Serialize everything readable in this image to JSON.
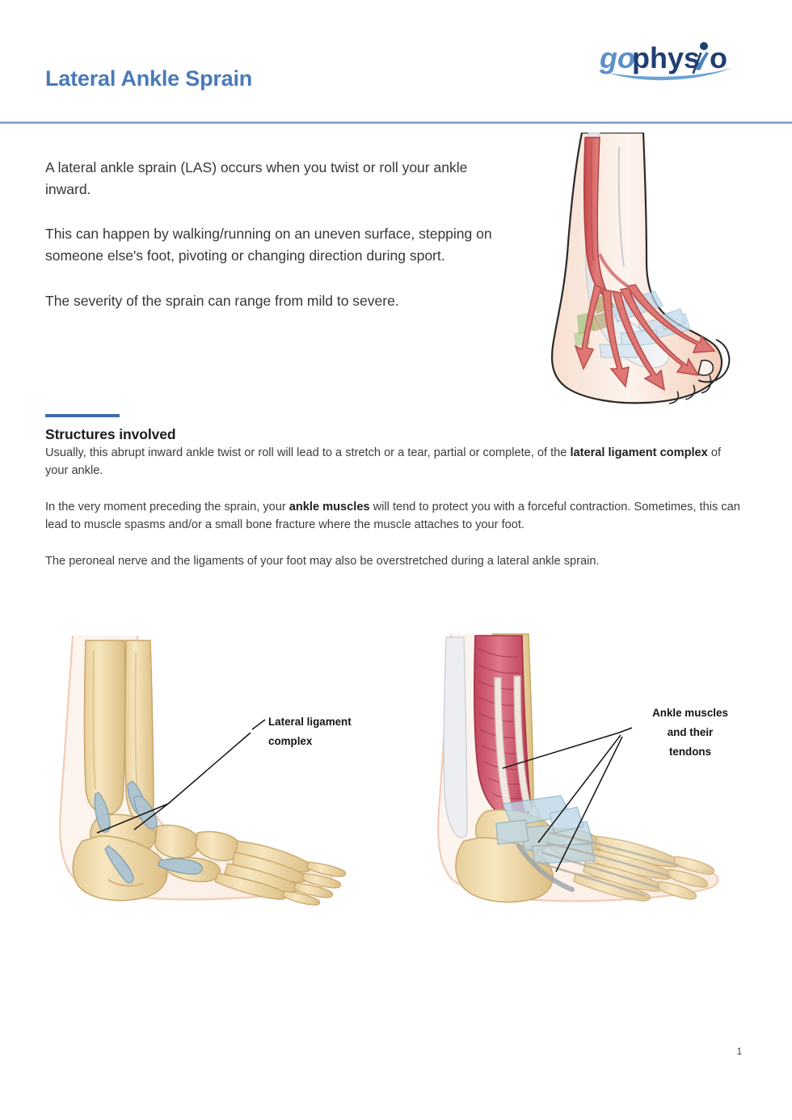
{
  "header": {
    "title": "Lateral Ankle Sprain",
    "logo": {
      "go": "go",
      "phys": "phys",
      "o": "o",
      "full_text": "gophysio",
      "color_go": "#5b8fc9",
      "color_phys": "#1f3f72",
      "color_swoosh": "#6ba4d4"
    },
    "rule_color": "#7e9fcb",
    "title_color": "#4a7ab8"
  },
  "intro": {
    "paragraphs": [
      "A lateral ankle sprain (LAS) occurs when you twist or roll your ankle inward.",
      "This can happen by walking/running on an uneven surface, stepping on someone else's foot, pivoting or changing direction during sport.",
      "The severity of the sprain can range from mild to severe."
    ]
  },
  "hero_figure": {
    "name": "ankle-muscle-pull-illustration",
    "alt": "Lateral view illustration of a foot and lower leg with red muscle and tendon arrows fanning across the foot"
  },
  "structures": {
    "accent_color": "#3f6cae",
    "heading": "Structures involved",
    "paragraph_1_part_1": "Usually, this abrupt inward ankle twist or roll will lead to a stretch or a tear, partial or complete, of the ",
    "paragraph_1_bold": "lateral ligament complex",
    "paragraph_1_part_2": " of your ankle.",
    "paragraph_2_part_1": "In the very moment preceding the sprain, your ",
    "paragraph_2_bold": "ankle muscles",
    "paragraph_2_part_2": " will tend to protect you with a forceful contraction. Sometimes, this can lead to muscle spasms and/or a small bone fracture where the muscle attaches to your foot.",
    "paragraph_3": "The peroneal nerve and the ligaments of your foot may also be overstretched during a lateral ankle sprain."
  },
  "figures": [
    {
      "name": "lateral-ligament-complex-figure",
      "caption_lines": [
        "Lateral ligament",
        "complex"
      ],
      "alt": "Skeletal lateral view of foot and ankle bones with blue-grey ligaments highlighted"
    },
    {
      "name": "ankle-muscles-tendons-figure",
      "caption_lines": [
        "Ankle muscles",
        "and their",
        "tendons"
      ],
      "alt": "Lateral view of foot with red calf muscles and blue tendon sheaths crossing the ankle"
    }
  ],
  "footer": {
    "page_number": "1"
  },
  "palette": {
    "bone": "#f0d9a8",
    "bone_shade": "#dcbf85",
    "skin": "#f8e3d6",
    "skin_outline": "#e8b89c",
    "muscle_red": "#d4566a",
    "muscle_red_dark": "#b23c52",
    "arrow_red": "#d9625f",
    "ligament_blue": "#a9c4d4",
    "tendon_blue": "#bcd4e4",
    "text": "#33373b"
  }
}
